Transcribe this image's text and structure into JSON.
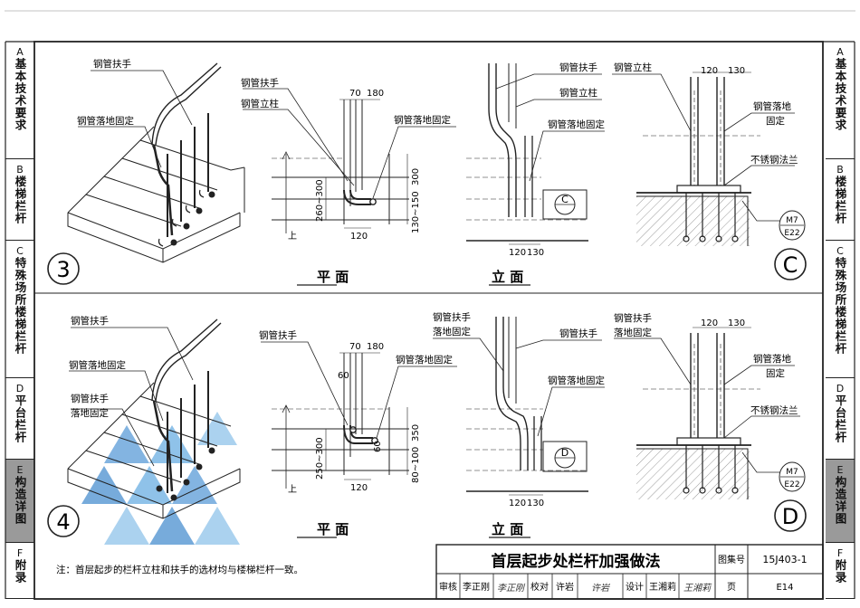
{
  "side_index": [
    {
      "letter": "A",
      "label": "基本技术要求",
      "active": false
    },
    {
      "letter": "B",
      "label": "楼梯栏杆",
      "active": false
    },
    {
      "letter": "C",
      "label": "特殊场所楼梯栏杆",
      "active": false
    },
    {
      "letter": "D",
      "label": "平台栏杆",
      "active": false
    },
    {
      "letter": "E",
      "label": "构造详图",
      "active": true
    },
    {
      "letter": "F",
      "label": "附录",
      "active": false
    }
  ],
  "details": {
    "top": {
      "number": "3",
      "iso": {
        "handrail": "钢管扶手",
        "floor_fix": "钢管落地固定"
      },
      "plan": {
        "title": "平 面",
        "handrail": "钢管扶手",
        "post": "钢管立柱",
        "floor_fix": "钢管落地固定",
        "dim_70": "70",
        "dim_180": "180",
        "dim_120": "120",
        "dim_260_300": "260~300",
        "dim_130_150": "130~150",
        "dim_300": "300",
        "up": "上"
      },
      "elev": {
        "title": "立 面",
        "handrail": "钢管扶手",
        "post": "钢管立柱",
        "floor_fix": "钢管落地固定",
        "dim_120": "120",
        "dim_130": "130",
        "ref": "C"
      },
      "detail": {
        "post": "钢管立柱",
        "floor_fix_1": "钢管落地",
        "floor_fix_2": "固定",
        "flange": "不锈钢法兰",
        "dim_120": "120",
        "dim_130": "130",
        "bolt_1": "M7",
        "bolt_2": "E22",
        "ref": "C"
      }
    },
    "bottom": {
      "number": "4",
      "iso": {
        "handrail": "钢管扶手",
        "floor_fix": "钢管落地固定",
        "handrail_fix_1": "钢管扶手",
        "handrail_fix_2": "落地固定"
      },
      "plan": {
        "title": "平 面",
        "handrail": "钢管扶手",
        "floor_fix": "钢管落地固定",
        "dim_70": "70",
        "dim_180": "180",
        "dim_60a": "60",
        "dim_60b": "60",
        "dim_120": "120",
        "dim_250_300": "250~300",
        "dim_80_100": "80~100",
        "dim_350": "350",
        "up": "上"
      },
      "elev": {
        "title": "立 面",
        "handrail_fix_1": "钢管扶手",
        "handrail_fix_2": "落地固定",
        "handrail": "钢管扶手",
        "floor_fix": "钢管落地固定",
        "dim_120": "120",
        "dim_130": "130",
        "ref": "D"
      },
      "detail": {
        "handrail_fix_1": "钢管扶手",
        "handrail_fix_2": "落地固定",
        "floor_fix_1": "钢管落地",
        "floor_fix_2": "固定",
        "flange": "不锈钢法兰",
        "dim_120": "120",
        "dim_130": "130",
        "bolt_1": "M7",
        "bolt_2": "E22",
        "ref": "D"
      }
    }
  },
  "note": "注：首层起步的栏杆立柱和扶手的选材均与楼梯栏杆一致。",
  "title_block": {
    "title": "首层起步处栏杆加强做法",
    "atlas_label": "图集号",
    "atlas_no": "15J403-1",
    "review": "审核",
    "reviewer": "李正刚",
    "review_sig": "李正刚",
    "check": "校对",
    "checker": "许岩",
    "check_sig": "许岩",
    "design": "设计",
    "designer": "王湘莉",
    "design_sig": "王湘莉",
    "page_label": "页",
    "page_no": "E14"
  }
}
